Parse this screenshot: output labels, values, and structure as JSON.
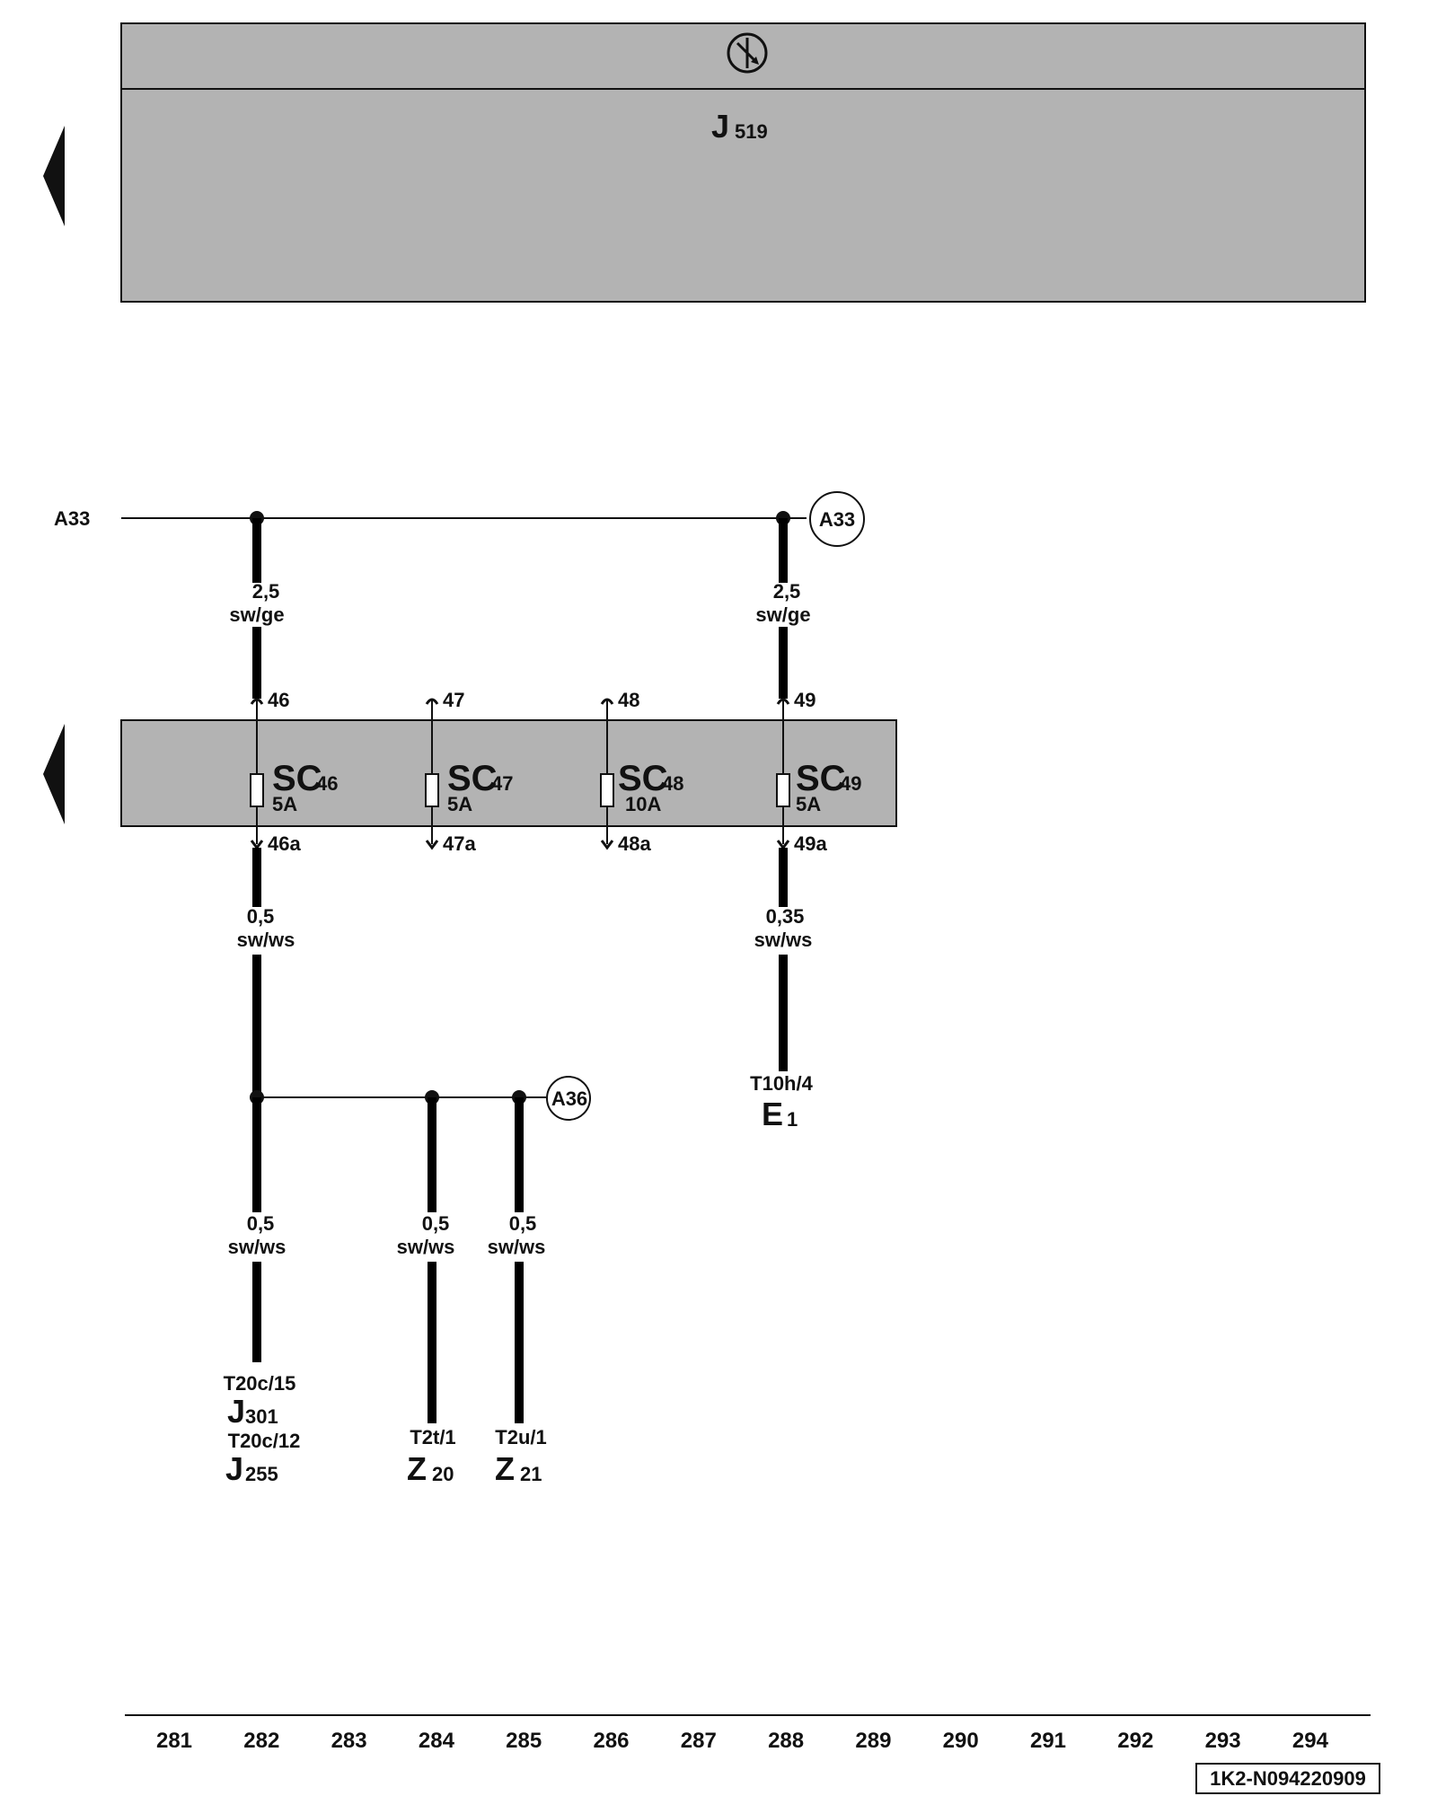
{
  "colors": {
    "panel": "#b3b3b3",
    "wire": "#000000",
    "line": "#111111"
  },
  "header": {
    "icon": "ground-circle-arrow-icon",
    "module": {
      "letter": "J",
      "number": "519"
    }
  },
  "nav_arrows": [
    "left-triangle-arrow-icon",
    "left-triangle-arrow-icon"
  ],
  "bus": {
    "left_label": "A33",
    "right_label": "A33"
  },
  "wires_top": [
    {
      "gauge": "2,5",
      "color": "sw/ge"
    },
    {
      "gauge": "2,5",
      "color": "sw/ge"
    }
  ],
  "fuses": [
    {
      "name": "SC",
      "number": "46",
      "amps": "5A",
      "in_pin": "46",
      "out_pin": "46a"
    },
    {
      "name": "SC",
      "number": "47",
      "amps": "5A",
      "in_pin": "47",
      "out_pin": "47a"
    },
    {
      "name": "SC",
      "number": "48",
      "amps": "10A",
      "in_pin": "48",
      "out_pin": "48a"
    },
    {
      "name": "SC",
      "number": "49",
      "amps": "5A",
      "in_pin": "49",
      "out_pin": "49a"
    }
  ],
  "wires_mid": [
    {
      "gauge": "0,5",
      "color": "sw/ws"
    },
    {
      "gauge": "0,35",
      "color": "sw/ws"
    }
  ],
  "e1": {
    "connector": "T10h/4",
    "letter": "E",
    "number": "1"
  },
  "junction_label": "A36",
  "wires_bottom": [
    {
      "gauge": "0,5",
      "color": "sw/ws"
    },
    {
      "gauge": "0,5",
      "color": "sw/ws"
    },
    {
      "gauge": "0,5",
      "color": "sw/ws"
    }
  ],
  "components": {
    "j301": {
      "connector": "T20c/15",
      "letter": "J",
      "number": "301"
    },
    "j255": {
      "connector": "T20c/12",
      "letter": "J",
      "number": "255"
    },
    "z20": {
      "connector": "T2t/1",
      "letter": "Z",
      "number": "20"
    },
    "z21": {
      "connector": "T2u/1",
      "letter": "Z",
      "number": "21"
    }
  },
  "tracks": [
    "281",
    "282",
    "283",
    "284",
    "285",
    "286",
    "287",
    "288",
    "289",
    "290",
    "291",
    "292",
    "293",
    "294"
  ],
  "doc_code": "1K2-N094220909"
}
